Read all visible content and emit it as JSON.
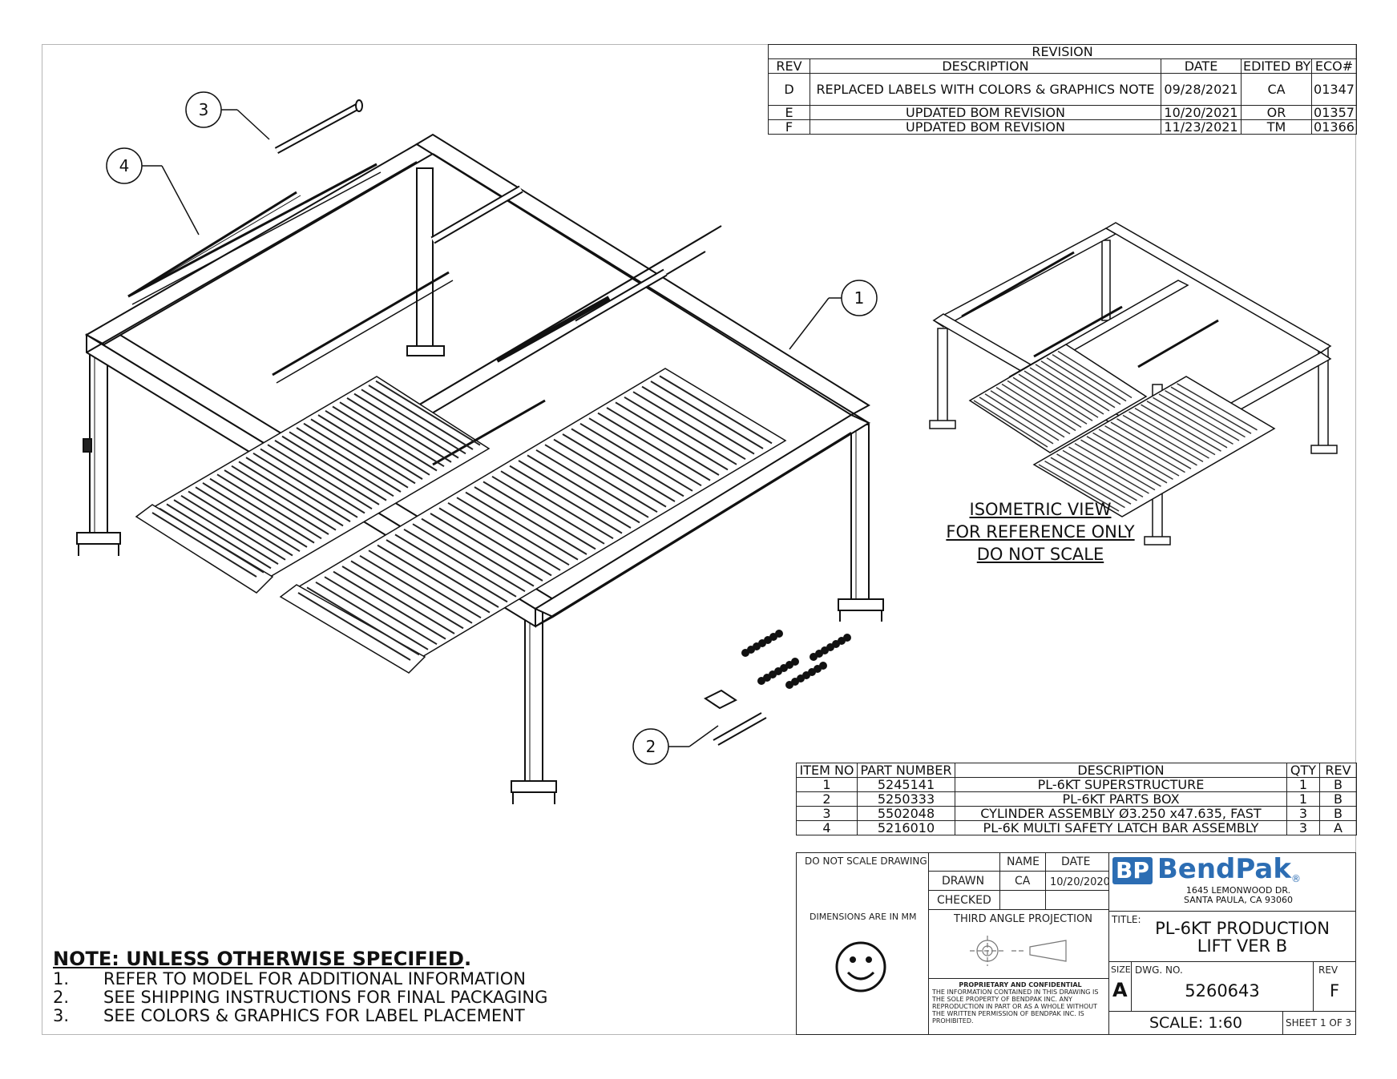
{
  "revision": {
    "title": "REVISION",
    "headers": [
      "REV",
      "DESCRIPTION",
      "DATE",
      "EDITED BY",
      "ECO#"
    ],
    "rows": [
      [
        "D",
        "REPLACED LABELS WITH COLORS & GRAPHICS NOTE",
        "09/28/2021",
        "CA",
        "01347"
      ],
      [
        "E",
        "UPDATED BOM REVISION",
        "10/20/2021",
        "OR",
        "01357"
      ],
      [
        "F",
        "UPDATED BOM REVISION",
        "11/23/2021",
        "TM",
        "01366"
      ]
    ]
  },
  "bom": {
    "headers": [
      "ITEM NO",
      "PART NUMBER",
      "DESCRIPTION",
      "QTY",
      "REV"
    ],
    "rows": [
      [
        "1",
        "5245141",
        "PL-6KT SUPERSTRUCTURE",
        "1",
        "B"
      ],
      [
        "2",
        "5250333",
        "PL-6KT PARTS BOX",
        "1",
        "B"
      ],
      [
        "3",
        "5502048",
        "CYLINDER ASSEMBLY Ø3.250 x47.635, FAST",
        "3",
        "B"
      ],
      [
        "4",
        "5216010",
        "PL-6K MULTI SAFETY LATCH BAR ASSEMBLY",
        "3",
        "A"
      ]
    ]
  },
  "balloons": [
    "1",
    "2",
    "3",
    "4"
  ],
  "iso_view": {
    "line1": "ISOMETRIC VIEW",
    "line2": "FOR REFERENCE ONLY",
    "line3": "DO NOT SCALE"
  },
  "notes": {
    "title": "NOTE: UNLESS OTHERWISE SPECIFIED",
    "title_suffix": ".",
    "items": [
      {
        "num": "1.",
        "text": "REFER TO MODEL FOR ADDITIONAL INFORMATION"
      },
      {
        "num": "2.",
        "text": "SEE SHIPPING INSTRUCTIONS FOR FINAL PACKAGING"
      },
      {
        "num": "3.",
        "text": "SEE COLORS & GRAPHICS FOR LABEL PLACEMENT"
      }
    ]
  },
  "title_block": {
    "do_not_scale": "DO NOT SCALE DRAWING",
    "name_label": "NAME",
    "date_label": "DATE",
    "drawn_label": "DRAWN",
    "drawn_name": "CA",
    "drawn_date": "10/20/2020",
    "checked_label": "CHECKED",
    "dimensions": "DIMENSIONS ARE IN MM",
    "projection": "THIRD ANGLE PROJECTION",
    "logo_mark": "BP",
    "logo_text": "BendPak",
    "logo_reg": "®",
    "address1": "1645 LEMONWOOD DR.",
    "address2": "SANTA PAULA, CA 93060",
    "title_label": "TITLE:",
    "title1": "PL-6KT PRODUCTION",
    "title2": "LIFT VER B",
    "size_label": "SIZE",
    "size": "A",
    "dwg_label": "DWG.  NO.",
    "dwg_no": "5260643",
    "rev_label": "REV",
    "rev": "F",
    "scale": "SCALE: 1:60",
    "sheet": "SHEET 1 OF 3",
    "prop_title": "PROPRIETARY AND CONFIDENTIAL",
    "prop_1": "THE INFORMATION CONTAINED IN THIS DRAWING IS",
    "prop_2": "THE SOLE PROPERTY OF BENDPAK INC. ANY",
    "prop_3": "REPRODUCTION IN PART OR AS A WHOLE WITHOUT",
    "prop_4": "THE WRITTEN PERMISSION OF BENDPAK INC. IS",
    "prop_5": "PROHIBITED."
  },
  "colors": {
    "line": "#111111",
    "logo_blue": "#2c6db3",
    "logo_gray": "#9aa3ad"
  }
}
